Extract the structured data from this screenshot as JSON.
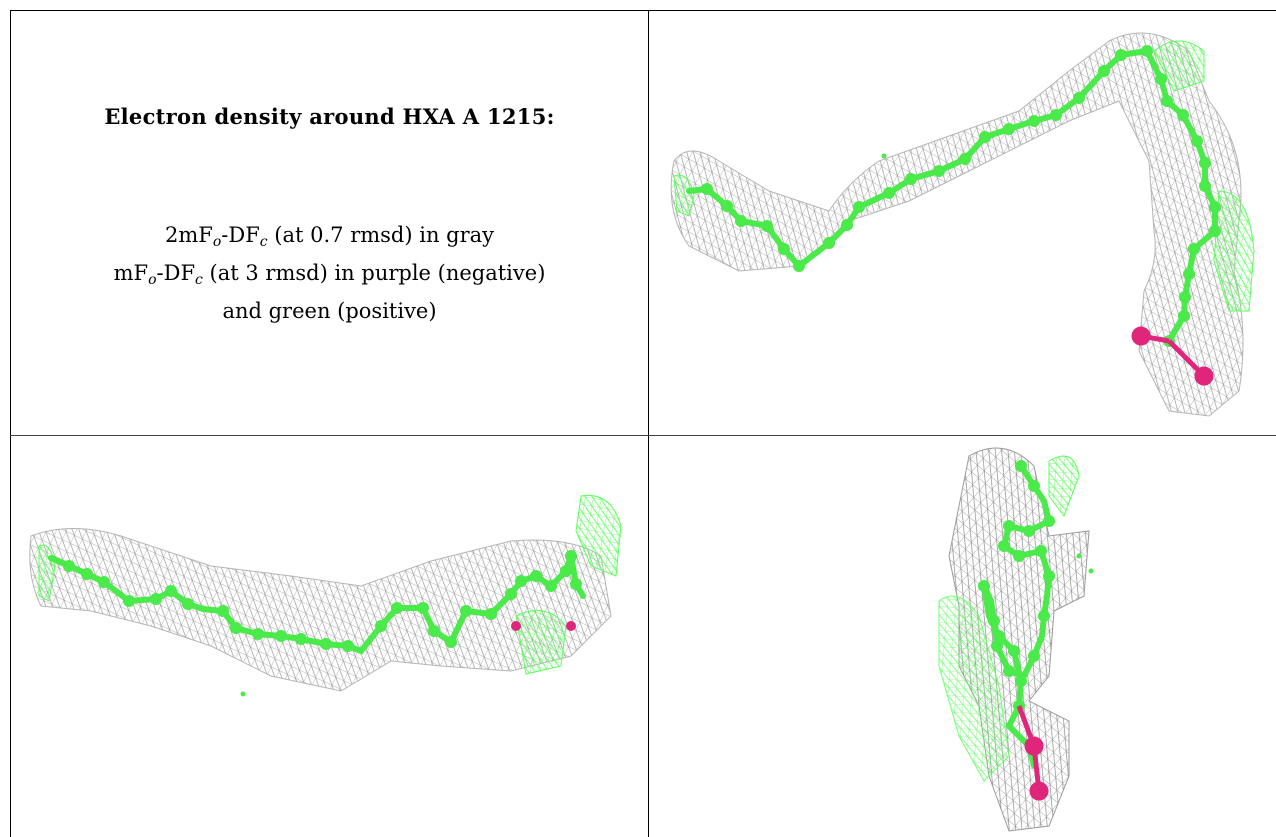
{
  "caption": {
    "title": "Electron density around HXA A 1215:",
    "line1": {
      "prefix": "2mF",
      "sub1": "o",
      "mid": "-DF",
      "sub2": "c",
      "suffix": " (at 0.7 rmsd) in gray"
    },
    "line2": {
      "prefix": "mF",
      "sub1": "o",
      "mid": "-DF",
      "sub2": "c",
      "suffix": " (at 3 rmsd) in purple (negative)"
    },
    "line3": "and green (positive)"
  },
  "colors": {
    "mesh_gray": "#a9a9a9",
    "mesh_green": "#5dff5d",
    "atom_green": "#49ea49",
    "atom_oxygen": "#e0267a",
    "border": "#000000"
  },
  "panels": [
    {
      "name": "view-top-right",
      "description_icon": "molecule-density-icon"
    },
    {
      "name": "view-bottom-left",
      "description_icon": "molecule-density-icon"
    },
    {
      "name": "view-bottom-right",
      "description_icon": "molecule-density-icon"
    }
  ]
}
